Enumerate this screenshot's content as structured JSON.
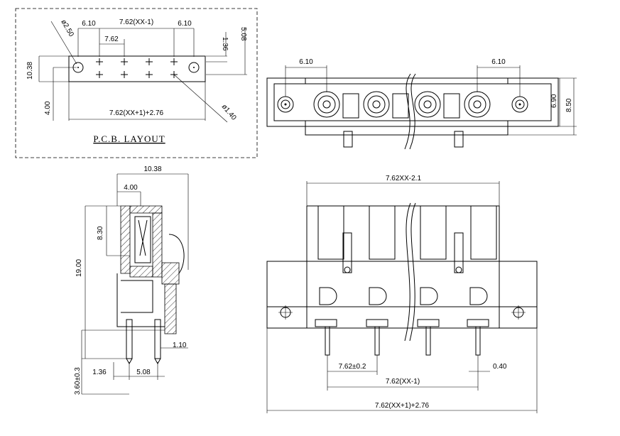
{
  "pcb": {
    "title": "P.C.B. LAYOUT",
    "d_610a": "6.10",
    "d_762xx1": "7.62(XX-1)",
    "d_610b": "6.10",
    "d_762": "7.62",
    "d_136": "1.36",
    "d_508": "5.08",
    "d_phi250": "ø2.50",
    "d_1038": "10.38",
    "d_400": "4.00",
    "d_762xx1_276": "7.62(XX+1)+2.76",
    "d_phi140": "ø1.40"
  },
  "top_view": {
    "d_610a": "6.10",
    "d_610b": "6.10",
    "d_690": "6.90",
    "d_850": "8.50"
  },
  "side_view": {
    "d_1038": "10.38",
    "d_400": "4.00",
    "d_830": "8.30",
    "d_1900": "19.00",
    "d_110": "1.10",
    "d_136": "1.36",
    "d_508": "5.08",
    "d_360": "3.60±0.3"
  },
  "front_view": {
    "d_762xx21": "7.62XX-2.1",
    "d_762pm": "7.62±0.2",
    "d_040": "0.40",
    "d_762xx1": "7.62(XX-1)",
    "d_762xx1_276": "7.62(XX+1)+2.76"
  }
}
